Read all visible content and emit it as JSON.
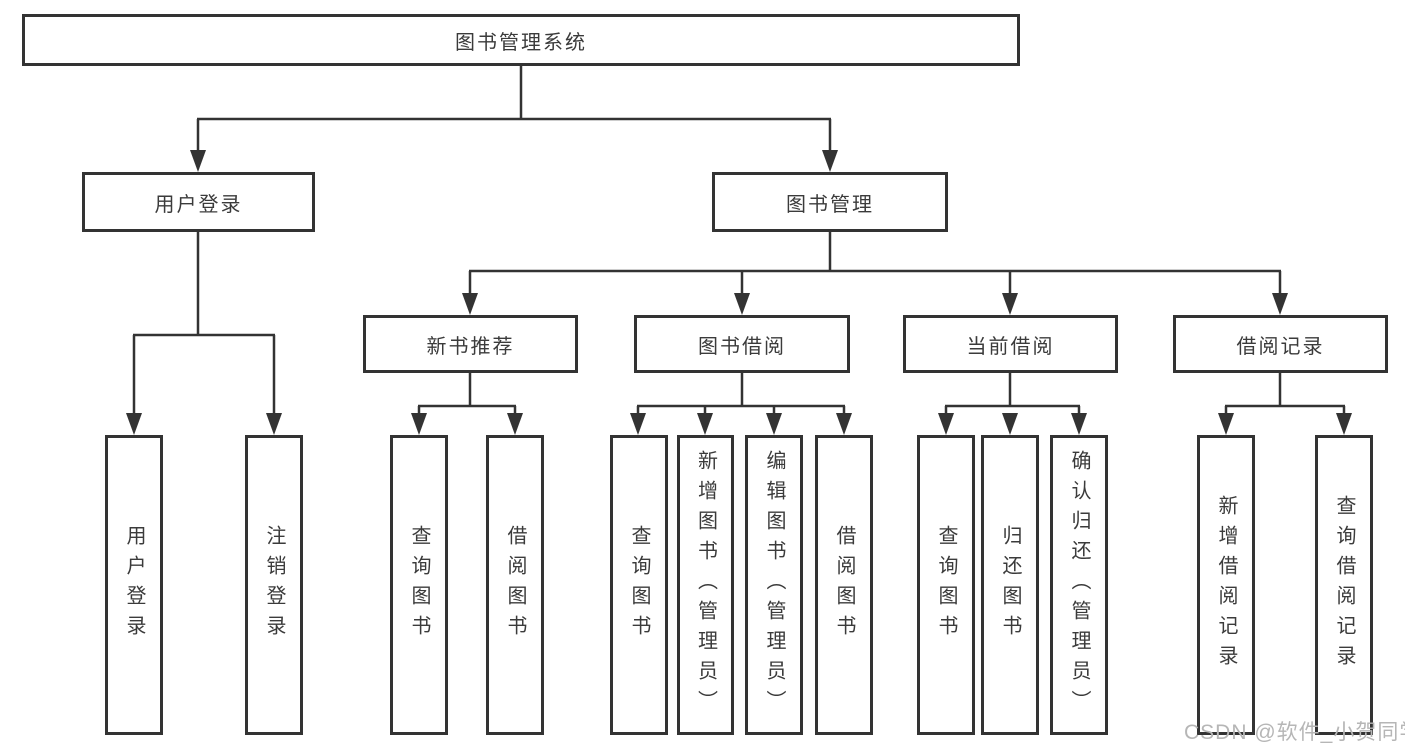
{
  "diagram": {
    "title": "图书管理系统",
    "level2": {
      "user_login": "用户登录",
      "book_mgmt": "图书管理"
    },
    "level3": {
      "new_books": "新书推荐",
      "borrow": "图书借阅",
      "current": "当前借阅",
      "records": "借阅记录"
    },
    "leaves": {
      "user_login": [
        "用户登录",
        "注销登录"
      ],
      "new_books": [
        "查询图书",
        "借阅图书"
      ],
      "borrow": [
        "查询图书",
        "新增图书（管理员）",
        "编辑图书（管理员）",
        "借阅图书"
      ],
      "current": [
        "查询图书",
        "归还图书",
        "确认归还（管理员）"
      ],
      "records": [
        "新增借阅记录",
        "查询借阅记录"
      ]
    }
  },
  "watermark": {
    "text": "CSDN @软件_小贺同学"
  },
  "colors": {
    "line": "#333333",
    "text": "#3b3b3b",
    "watermark": "#b6b6b6",
    "background": "#ffffff"
  }
}
